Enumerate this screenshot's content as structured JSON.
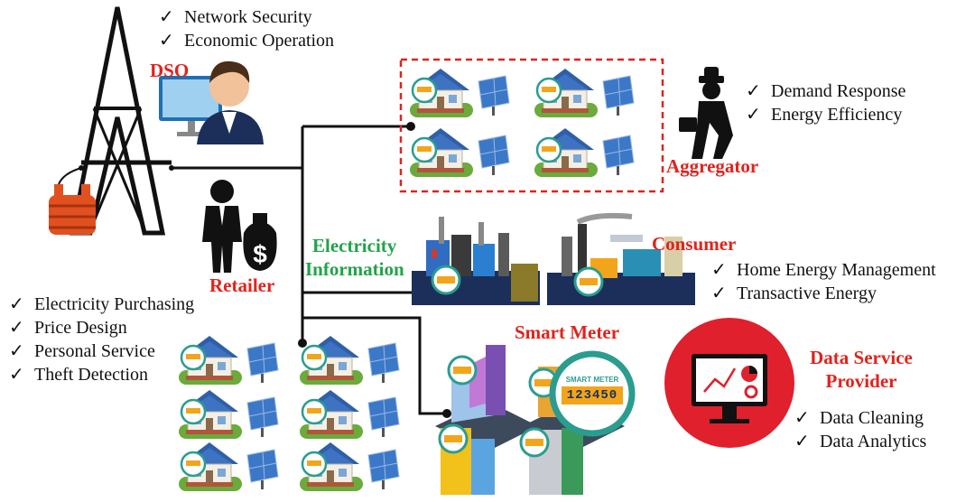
{
  "dso": {
    "label": "DSO",
    "bullets": [
      "Network Security",
      "Economic Operation"
    ]
  },
  "aggregator": {
    "label": "Aggregator",
    "bullets": [
      "Demand Response",
      "Energy Efficiency"
    ]
  },
  "retailer": {
    "label": "Retailer",
    "bullets": [
      "Electricity Purchasing",
      "Price Design",
      "Personal Service",
      "Theft Detection"
    ]
  },
  "flow": {
    "line1": "Electricity",
    "line2": "Information"
  },
  "consumer": {
    "label": "Consumer",
    "bullets": [
      "Home Energy Management",
      "Transactive Energy"
    ]
  },
  "smart_meter": {
    "label": "Smart Meter",
    "meter_brand": "SMART METER",
    "meter_digits": "123450"
  },
  "data_service": {
    "label_line1": "Data Service",
    "label_line2": "Provider",
    "bullets": [
      "Data Cleaning",
      "Data Analytics"
    ]
  },
  "check_mark": "✓",
  "colors": {
    "role_red": "#e0231c",
    "info_green": "#22a24a",
    "house_roof": "#2f5fa8",
    "panel_blue": "#3b78c8",
    "meter_teal": "#2a9d8f",
    "circle_red": "#e0202c"
  }
}
